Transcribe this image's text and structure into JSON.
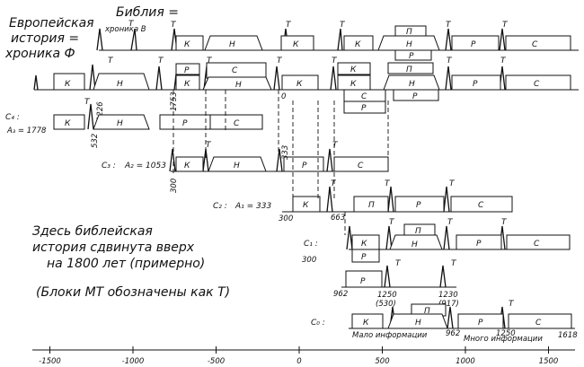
{
  "header": {
    "european_title": [
      "Европейская",
      "история =",
      "хроника Ф"
    ],
    "bible_title": [
      "Библия =",
      "хроника В"
    ]
  },
  "block_labels": {
    "K": "К",
    "H": "Н",
    "P": "Р",
    "C": "С",
    "Pi": "П",
    "T": "Т"
  },
  "rows": {
    "c4": {
      "name": "С₄ :",
      "extra": "А₃ = 1778"
    },
    "c3": {
      "name": "С₃ :",
      "extra": "А₂ = 1053"
    },
    "c2": {
      "name": "С₂ :",
      "extra": "А₁ = 333"
    },
    "c1": {
      "name": "С₁ :"
    },
    "c0": {
      "name": "С₀ :"
    }
  },
  "marks": {
    "m1226": "1226",
    "m532": "532",
    "m1753": "1753",
    "m0": "0",
    "m333": "333",
    "m300a": "300",
    "m300b": "300",
    "m300c": "300",
    "m663": "663",
    "m962": "962",
    "m1250a": "1250",
    "m530": "(530)",
    "m1230": "1230",
    "m917": "(917)",
    "m962b": "962",
    "m1250b": "1250",
    "m1618": "1618"
  },
  "notes": {
    "shift": [
      "Здесь библейская",
      "история сдвинута вверх",
      "на 1800 лет (примерно)"
    ],
    "blocks": "(Блоки МТ обозначены как Т)",
    "little_info": "Мало информации",
    "much_info": "Много информации"
  },
  "axis": {
    "ticks": [
      {
        "value": -1500,
        "label": "-1500"
      },
      {
        "value": -1000,
        "label": "-1000"
      },
      {
        "value": -500,
        "label": "-500"
      },
      {
        "value": 0,
        "label": "0"
      },
      {
        "value": 500,
        "label": "500"
      },
      {
        "value": 1000,
        "label": "1000"
      },
      {
        "value": 1500,
        "label": "1500"
      }
    ]
  }
}
